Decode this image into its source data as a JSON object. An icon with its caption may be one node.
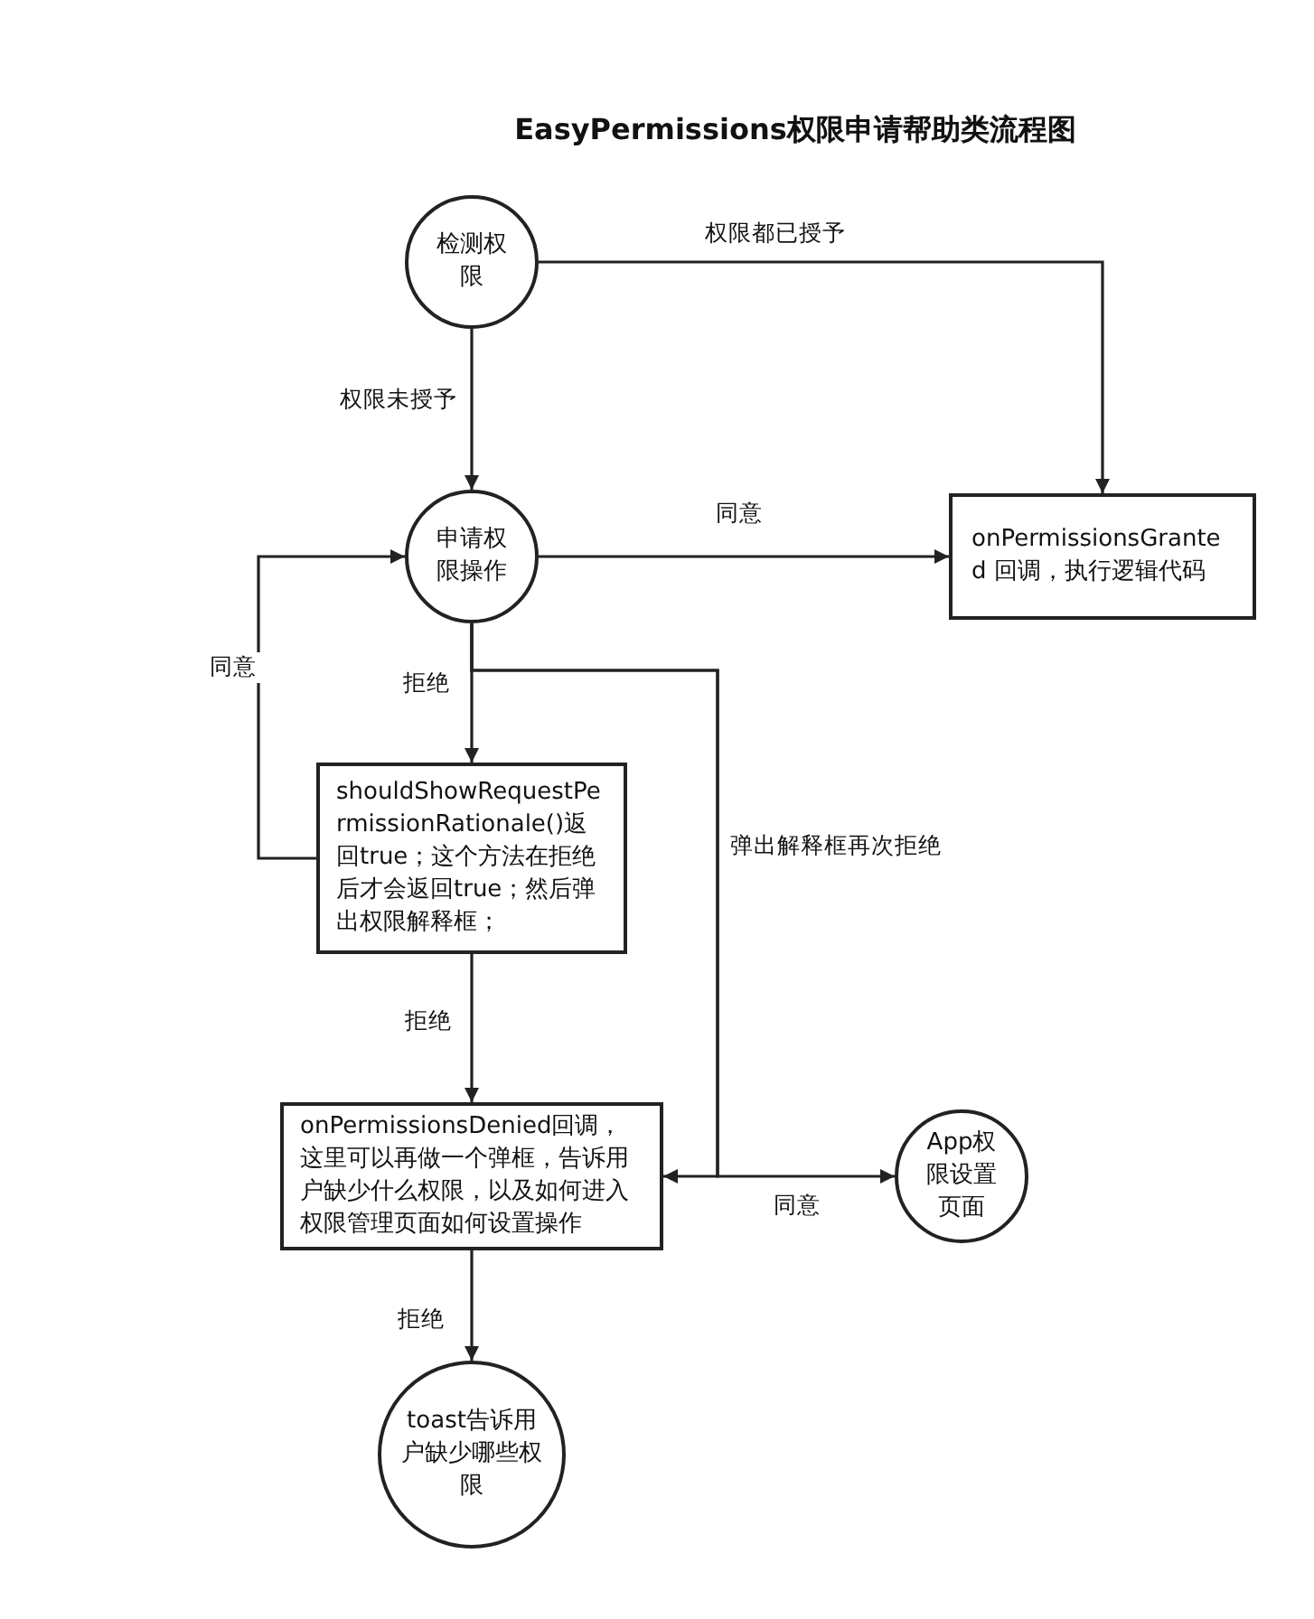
{
  "diagram": {
    "title": "EasyPermissions权限申请帮助类流程图",
    "nodes": [
      {
        "text": [
          "检测权限"
        ]
      },
      {
        "text": [
          "申请权限操作"
        ]
      },
      {
        "text": [
          "onPermissionsGranted 回调，执行逻辑代码"
        ]
      },
      {
        "text": [
          "shouldShowRequestPermissionRationale()返回true；这个方法在拒绝后才会返回true；然后弹出权限解释框；"
        ]
      },
      {
        "text": [
          "onPermissionsDenied回调，这里可以再做一个弹框，告诉用户缺少什么权限，以及如何进入权限管理页面如何设置操作"
        ]
      },
      {
        "text": [
          "App权限设置页面"
        ]
      },
      {
        "text": [
          "toast告诉用户缺少哪些权限"
        ]
      }
    ],
    "edges": [
      {
        "from": 0,
        "to": 1,
        "arrow": "to",
        "label": "权限未授予"
      },
      {
        "from": 0,
        "to": 2,
        "arrow": "to",
        "label": "权限都已授予"
      },
      {
        "from": 1,
        "to": 2,
        "arrow": "to",
        "label": "同意"
      },
      {
        "from": 1,
        "to": 3,
        "arrow": "to",
        "label": "拒绝"
      },
      {
        "from": 3,
        "to": 1,
        "arrow": "to",
        "label": "同意"
      },
      {
        "from": 1,
        "to": 4,
        "arrow": "to",
        "label": "弹出解释框再次拒绝"
      },
      {
        "from": 1,
        "to": 5,
        "arrow": "to",
        "label": "同意"
      },
      {
        "from": 3,
        "to": 4,
        "arrow": "to",
        "label": "拒绝"
      },
      {
        "from": 4,
        "to": 6,
        "arrow": "to",
        "label": "拒绝"
      }
    ]
  }
}
